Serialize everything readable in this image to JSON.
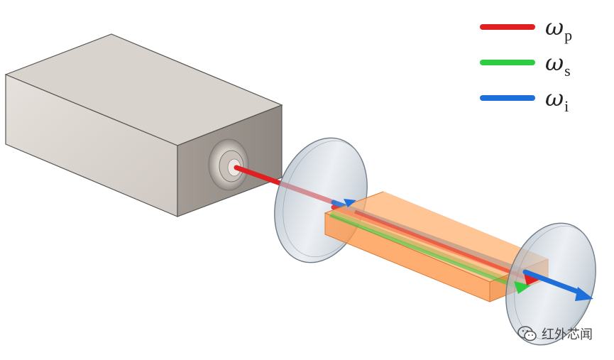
{
  "legend": [
    {
      "symbol": "ω",
      "sub": "p",
      "color": "#e02020"
    },
    {
      "symbol": "ω",
      "sub": "s",
      "color": "#2ecc40"
    },
    {
      "symbol": "ω",
      "sub": "i",
      "color": "#1e6fd9"
    }
  ],
  "watermark": {
    "text": "红外芯闻",
    "icon": "wechat-icon"
  },
  "colors": {
    "laser_body": "#d8d2cd",
    "crystal": "#ff9a4d",
    "mirror": "#c9d2db",
    "pump_beam": "#e02020",
    "signal_beam": "#2ecc40",
    "idler_beam": "#1e6fd9"
  }
}
